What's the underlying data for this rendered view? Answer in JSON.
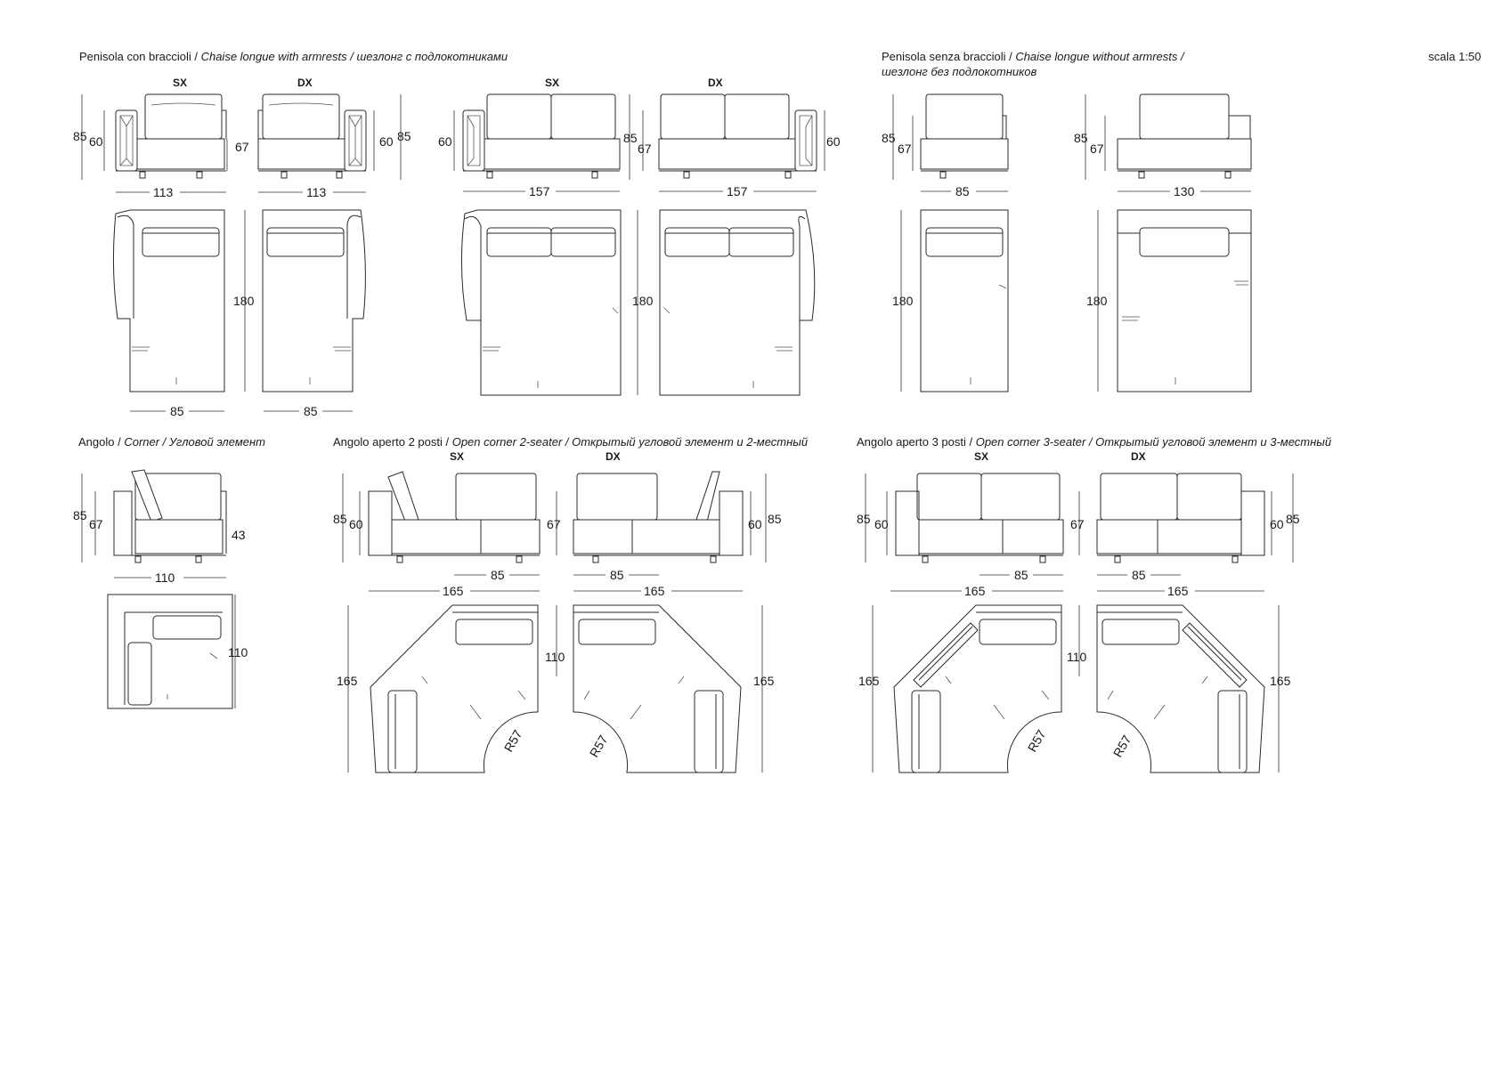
{
  "scale": "scala 1:50",
  "sections": {
    "chaise_with": {
      "it": "Penisola con braccioli / ",
      "en": "Chaise longue with armrests / ",
      "ru": "шезлонг с подлокотниками"
    },
    "chaise_without": {
      "it": "Penisola senza braccioli / ",
      "en": "Chaise longue without armrests /",
      "ru": "шезлонг без подлокотников"
    },
    "corner": {
      "it": "Angolo / ",
      "en": "Corner / ",
      "ru": "Угловой элемент"
    },
    "open2": {
      "it": "Angolo aperto 2 posti / ",
      "en": "Open corner 2-seater / ",
      "ru": "Открытый угловой элемент и 2-местный"
    },
    "open3": {
      "it": "Angolo aperto 3 posti / ",
      "en": "Open corner 3-seater / ",
      "ru": "Открытый угловой элемент и 3-местный"
    }
  },
  "labels": {
    "sx": "SX",
    "dx": "DX"
  },
  "dims": {
    "d85": "85",
    "d60": "60",
    "d67": "67",
    "d43": "43",
    "d113": "113",
    "d157": "157",
    "d130": "130",
    "d110": "110",
    "d165": "165",
    "d180": "180",
    "r57": "R57"
  },
  "colors": {
    "line": "#2a2a2a",
    "text": "#1a1a1a",
    "background": "#ffffff"
  }
}
